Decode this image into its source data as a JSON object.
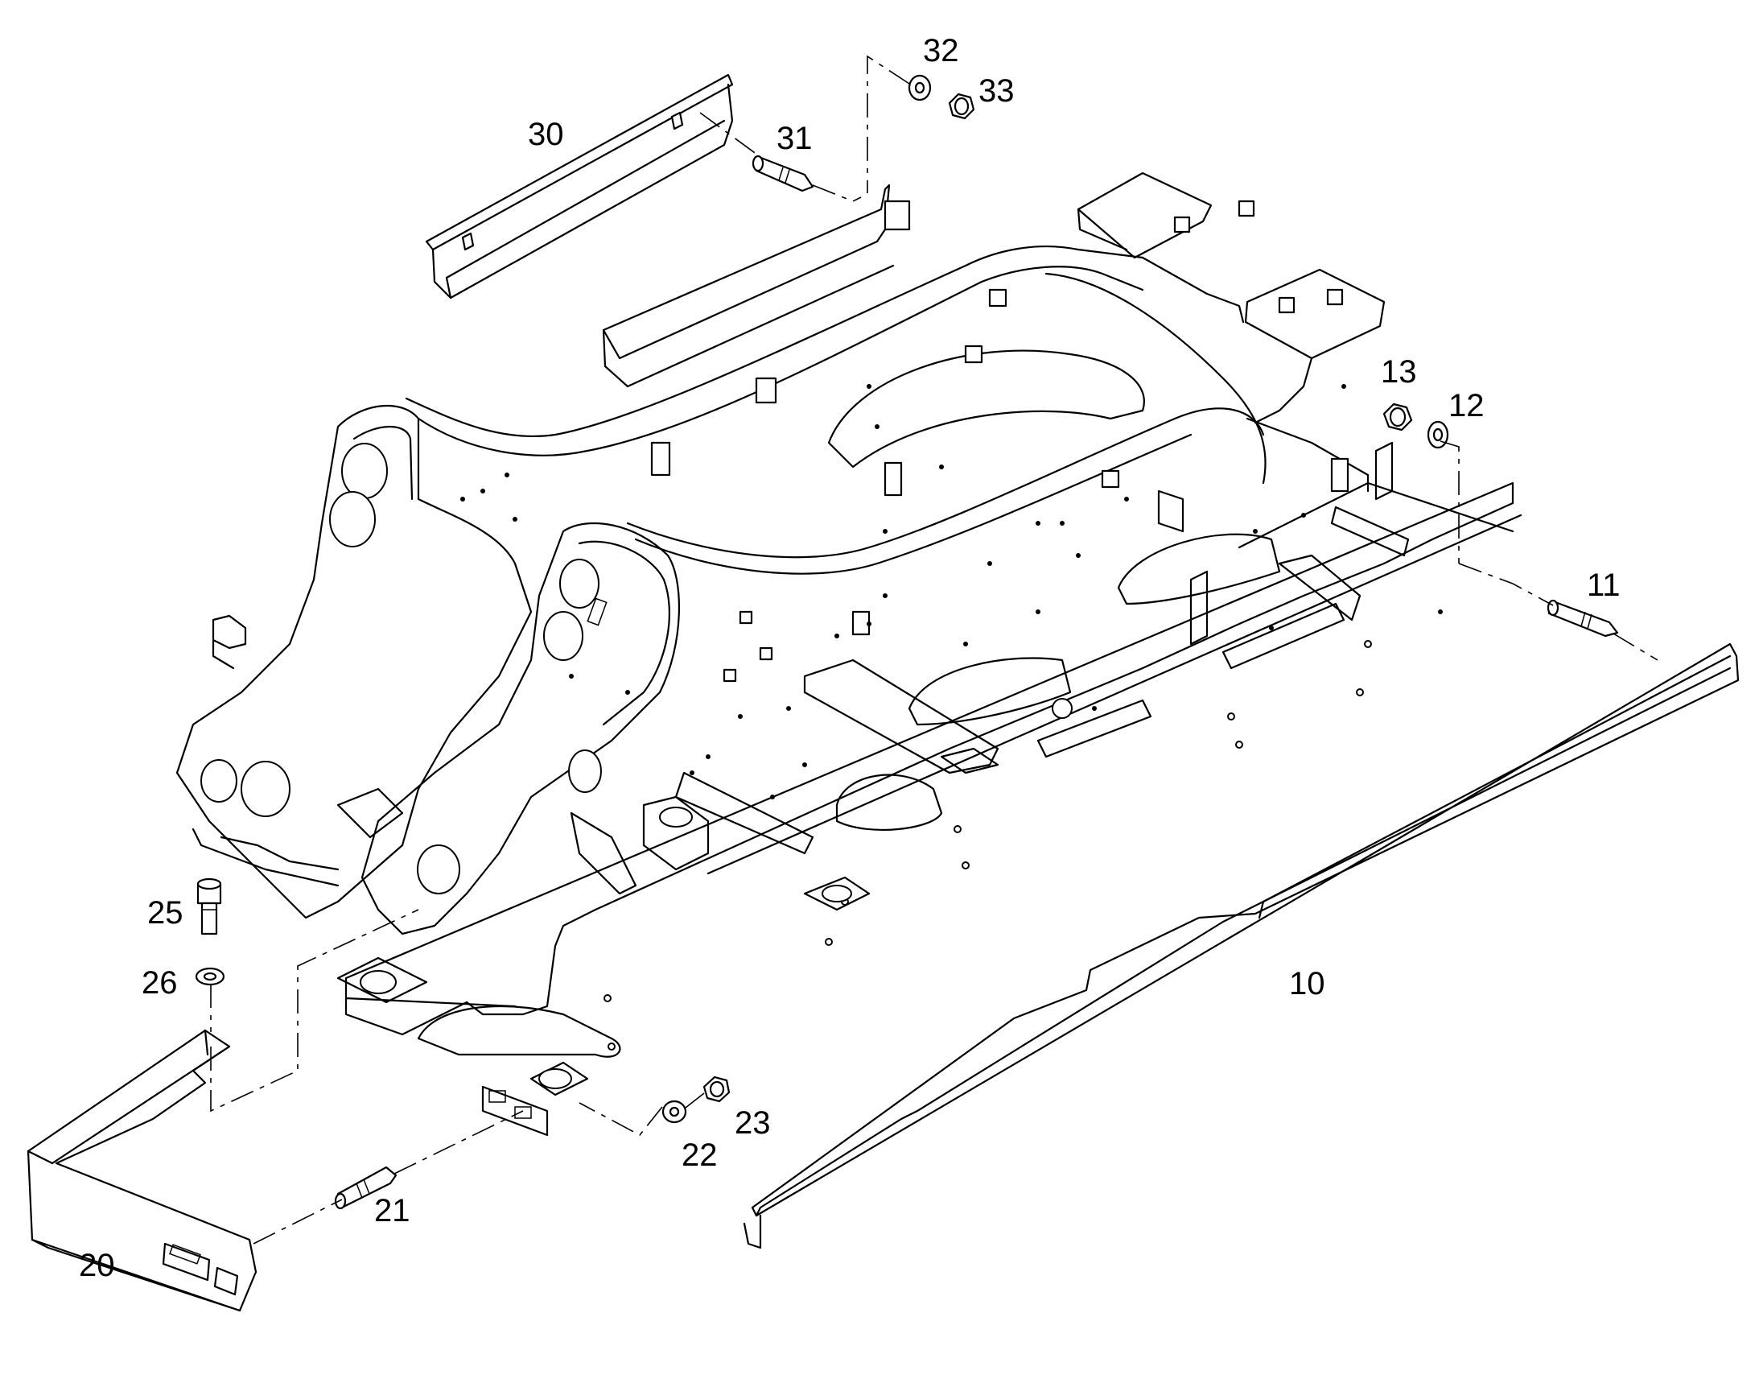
{
  "callouts": [
    {
      "id": "c10",
      "text": "10"
    },
    {
      "id": "c11",
      "text": "11"
    },
    {
      "id": "c12",
      "text": "12"
    },
    {
      "id": "c13",
      "text": "13"
    },
    {
      "id": "c20",
      "text": "20"
    },
    {
      "id": "c21",
      "text": "21"
    },
    {
      "id": "c22",
      "text": "22"
    },
    {
      "id": "c23",
      "text": "23"
    },
    {
      "id": "c25",
      "text": "25"
    },
    {
      "id": "c26",
      "text": "26"
    },
    {
      "id": "c30",
      "text": "30"
    },
    {
      "id": "c31",
      "text": "31"
    },
    {
      "id": "c32",
      "text": "32"
    },
    {
      "id": "c33",
      "text": "33"
    }
  ]
}
